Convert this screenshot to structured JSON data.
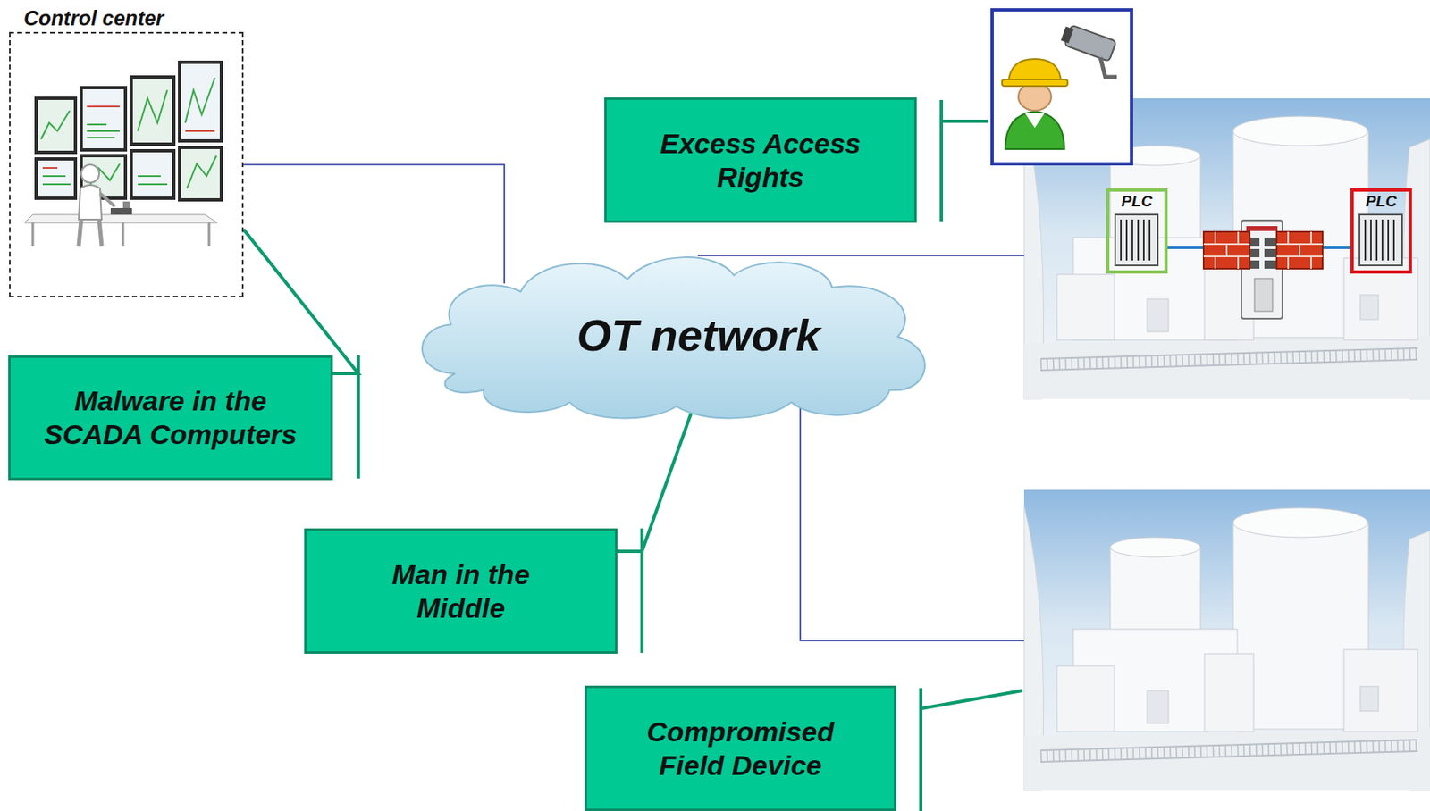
{
  "diagram": {
    "nodes": [
      {
        "text": [
          "Control center"
        ]
      },
      {
        "text": [
          "Excess Access Rights"
        ]
      },
      {
        "text": [
          "PLC"
        ]
      },
      {
        "text": [
          "PLC"
        ]
      },
      {
        "text": [
          "OT network"
        ]
      },
      {
        "text": [
          "Malware in the SCADA Computers"
        ]
      },
      {
        "text": [
          "Man in the Middle"
        ]
      },
      {
        "text": [
          "Compromised Field Device"
        ]
      }
    ],
    "edges": [
      {
        "from": 0,
        "to": 4,
        "arrow": "none"
      },
      {
        "from": 5,
        "to": 0,
        "arrow": "none"
      },
      {
        "from": 6,
        "to": 4,
        "arrow": "none"
      },
      {
        "from": 2,
        "to": 3,
        "arrow": "none"
      }
    ]
  }
}
